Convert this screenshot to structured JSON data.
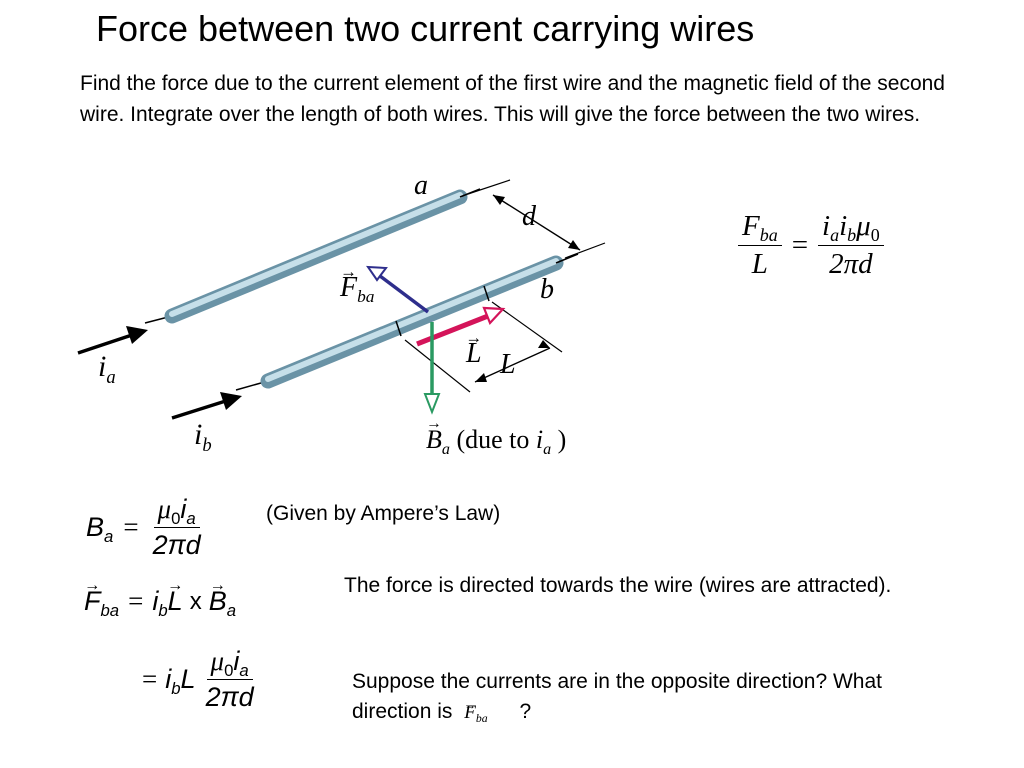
{
  "slide": {
    "title": "Force between two current carrying wires",
    "intro": "Find the force due to the current element of the first wire and the magnetic field of the second wire. Integrate over the length of both wires. This will give the force between the two wires.",
    "ampere_note": "(Given by Ampere’s Law)",
    "direction_note": "The force is directed towards the wire (wires are attracted).",
    "question_line1": "Suppose the currents are in the opposite direction? What",
    "question_line2_pre": "direction is",
    "question_line2_post": "?"
  },
  "figure": {
    "wire_a": "a",
    "wire_b": "b",
    "separation": "d",
    "current_a": {
      "sym": "i",
      "sub": "a"
    },
    "current_b": {
      "sym": "i",
      "sub": "b"
    },
    "force": {
      "sym": "F",
      "sub": "ba"
    },
    "length_vec": "L",
    "length": "L",
    "field": {
      "sym": "B",
      "sub": "a"
    },
    "due_to": "(due to",
    "due_to_close": ")",
    "colors": {
      "wire": "#a9c8d6",
      "force_arrow": "#2e2e8c",
      "length_arrow": "#d4145a",
      "field_arrow": "#2a9a62"
    }
  },
  "formulas": {
    "main": {
      "num_i1": "i",
      "sub1": "a",
      "num_i2": "i",
      "sub2": "b",
      "mu": "μ",
      "mu_sub": "0",
      "lhs_num": "F",
      "lhs_sub": "ba",
      "lhs_den": "L",
      "eq": "=",
      "den": "2πd"
    },
    "ampere": {
      "lhs": "B",
      "lhs_sub": "a",
      "eq": "=",
      "mu": "μ",
      "mu_sub": "0",
      "i": "i",
      "i_sub": "a",
      "den": "2πd"
    },
    "force": {
      "lhs": "F",
      "lhs_sub": "ba",
      "eq": "=",
      "i": "i",
      "i_sub": "b",
      "L": "L",
      "times": "x",
      "B": "B",
      "B_sub": "a"
    },
    "result": {
      "eq": "=",
      "i": "i",
      "i_sub": "b",
      "L": "L",
      "mu": "μ",
      "mu_sub": "0",
      "ia": "i",
      "ia_sub": "a",
      "den": "2πd"
    }
  }
}
